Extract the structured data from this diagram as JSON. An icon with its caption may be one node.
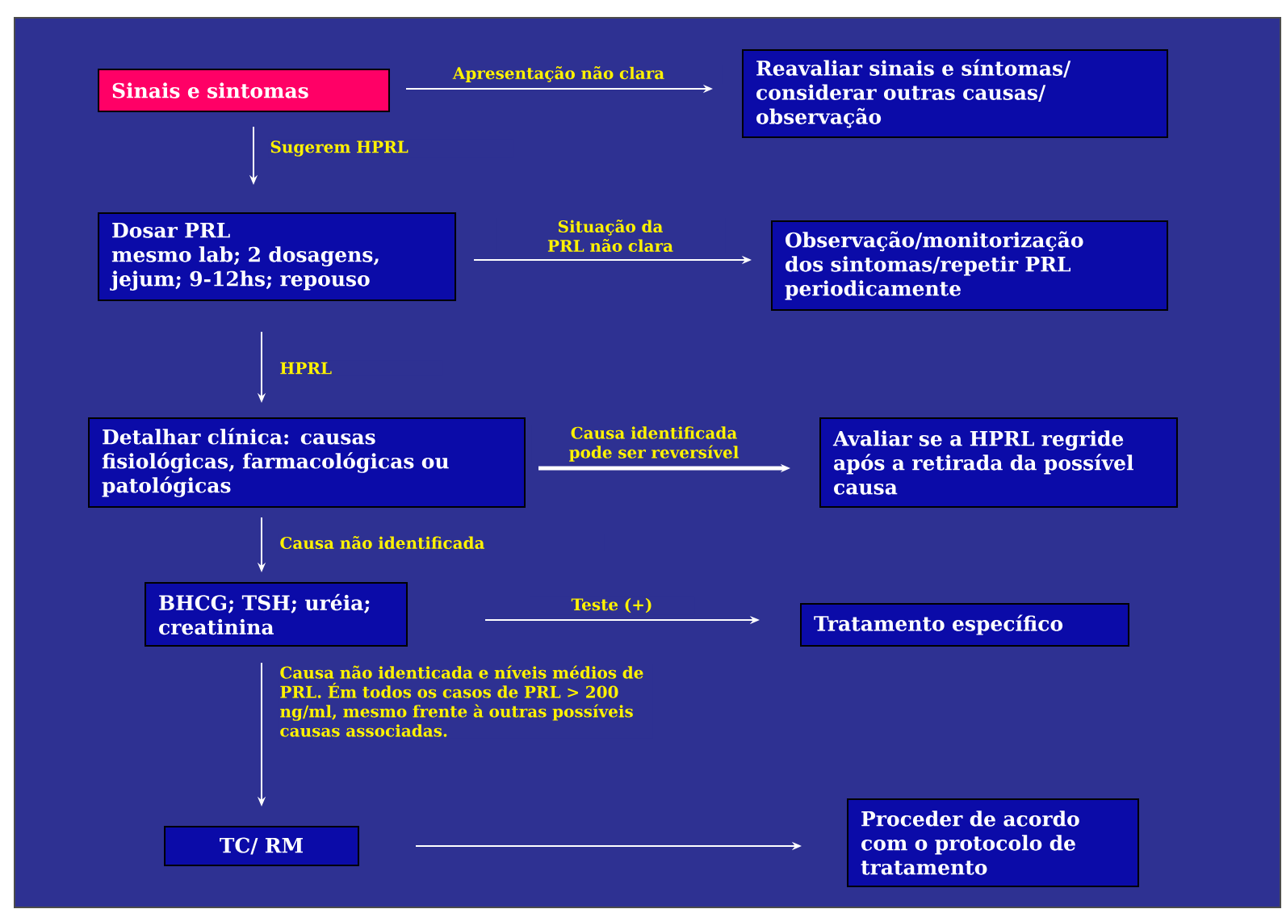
{
  "diagram": {
    "nodes": [
      {
        "text": [
          "Sinais e sintomas"
        ]
      },
      {
        "text": [
          "Reavaliar sinais e síntomas/ considerar outras causas/ observação"
        ]
      },
      {
        "text": [
          "Dosar PRL",
          "mesmo lab; 2 dosagens, jejum; 9-12hs; repouso"
        ]
      },
      {
        "text": [
          "Observação/monitorização dos sintomas/repetir PRL periodicamente"
        ]
      },
      {
        "text": [
          "Detalhar clínica: causas fisiológicas, farmacológicas ou patológicas"
        ]
      },
      {
        "text": [
          "Avaliar se a HPRL regride após a retirada da possível causa"
        ]
      },
      {
        "text": [
          "BHCG; TSH; uréia; creatinina"
        ]
      },
      {
        "text": [
          "Tratamento específico"
        ]
      },
      {
        "text": [
          "TC/ RM"
        ]
      },
      {
        "text": [
          "Proceder de acordo com o protocolo de tratamento"
        ]
      }
    ],
    "edges": [
      {
        "from": 0,
        "to": 1,
        "arrow": "to",
        "label": "Apresentação não clara"
      },
      {
        "from": 0,
        "to": 2,
        "arrow": "to",
        "label": "Sugerem HPRL"
      },
      {
        "from": 2,
        "to": 3,
        "arrow": "to",
        "label": "Situação da PRL não clara"
      },
      {
        "from": 2,
        "to": 4,
        "arrow": "to",
        "label": "HPRL"
      },
      {
        "from": 4,
        "to": 5,
        "arrow": "to",
        "label": "Causa identificada pode ser reversível",
        "style": "thick"
      },
      {
        "from": 4,
        "to": 6,
        "arrow": "to",
        "label": "Causa não identificada"
      },
      {
        "from": 6,
        "to": 7,
        "arrow": "to",
        "label": "Teste (+)"
      },
      {
        "from": 6,
        "to": 8,
        "arrow": "to",
        "label": "Causa não identicada e níveis médios de PRL. Ém todos os casos de PRL > 200 ng/ml, mesmo frente à outras possíveis causas associadas."
      },
      {
        "from": 8,
        "to": 9,
        "arrow": "to"
      }
    ]
  }
}
